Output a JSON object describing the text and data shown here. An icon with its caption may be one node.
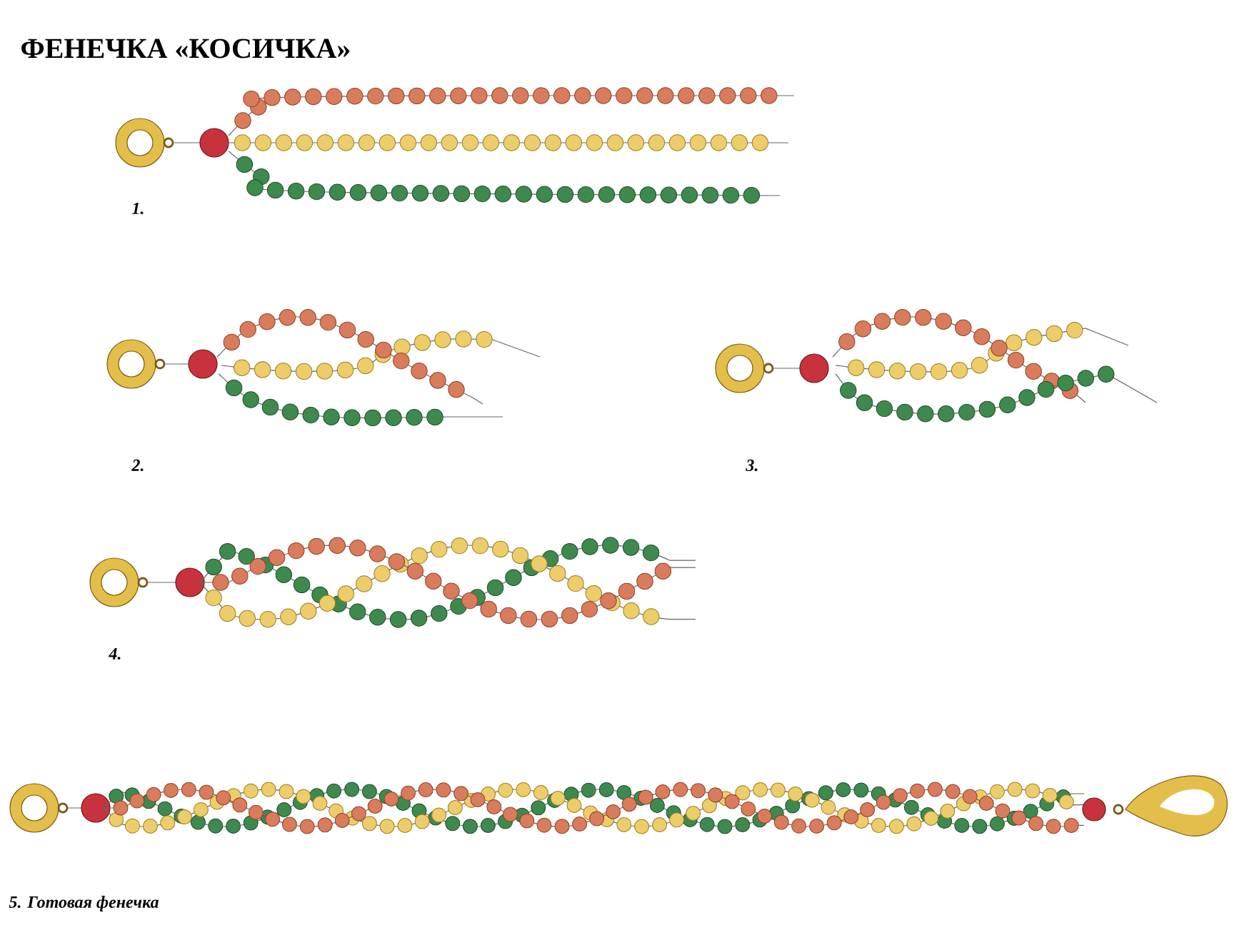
{
  "diagram": {
    "title": "ФЕНЕЧКА «КОСИЧКА»",
    "labels": [
      "1.",
      "2.",
      "3.",
      "4.",
      "5. Готовая фенечка"
    ]
  }
}
